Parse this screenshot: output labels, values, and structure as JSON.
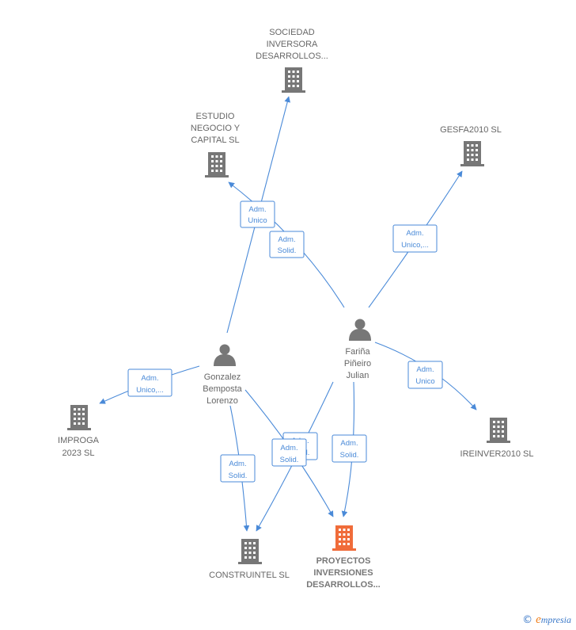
{
  "colors": {
    "company": "#777777",
    "main_company": "#f06c3a",
    "person": "#777777",
    "edge": "#4a8ad8"
  },
  "nodes": {
    "sociedad": {
      "lines": [
        "SOCIEDAD",
        "INVERSORA",
        "DESARROLLOS..."
      ],
      "kind": "company",
      "icon": "building-icon"
    },
    "estudio": {
      "lines": [
        "ESTUDIO",
        "NEGOCIO Y",
        "CAPITAL SL"
      ],
      "kind": "company",
      "icon": "building-icon"
    },
    "gesfa": {
      "lines": [
        "GESFA2010 SL"
      ],
      "kind": "company",
      "icon": "building-icon"
    },
    "improga": {
      "lines": [
        "IMPROGA",
        "2023  SL"
      ],
      "kind": "company",
      "icon": "building-icon"
    },
    "ireinver": {
      "lines": [
        "IREINVER2010 SL"
      ],
      "kind": "company",
      "icon": "building-icon"
    },
    "construintel": {
      "lines": [
        "CONSTRUINTEL SL"
      ],
      "kind": "company",
      "icon": "building-icon"
    },
    "proyectos": {
      "lines": [
        "PROYECTOS",
        "INVERSIONES",
        "DESARROLLOS..."
      ],
      "kind": "main",
      "icon": "building-icon"
    },
    "gonzalez": {
      "lines": [
        "Gonzalez",
        "Bemposta",
        "Lorenzo"
      ],
      "kind": "person",
      "icon": "person-icon"
    },
    "farina": {
      "lines": [
        "Fariña",
        "Piñeiro",
        "Julian"
      ],
      "kind": "person",
      "icon": "person-icon"
    }
  },
  "edges": [
    {
      "id": "e1",
      "lines": [
        "Adm.",
        "Unico"
      ]
    },
    {
      "id": "e2",
      "lines": [
        "Adm.",
        "Solid."
      ]
    },
    {
      "id": "e3",
      "lines": [
        "Adm.",
        "Unico,..."
      ]
    },
    {
      "id": "e4",
      "lines": [
        "Adm.",
        "Unico,..."
      ]
    },
    {
      "id": "e5",
      "lines": [
        "Adm.",
        "Unico"
      ]
    },
    {
      "id": "e6",
      "lines": [
        "Adm.",
        "Solid."
      ]
    },
    {
      "id": "e7",
      "lines": [
        "Adm.",
        "Solid."
      ]
    },
    {
      "id": "e8",
      "lines": [
        "Adm.",
        "Solid."
      ]
    },
    {
      "id": "e9",
      "lines": [
        "Adm.",
        "Solid."
      ]
    }
  ],
  "footer": {
    "copyright": "©",
    "brand_e": "e",
    "brand_rest": "mpresia"
  }
}
